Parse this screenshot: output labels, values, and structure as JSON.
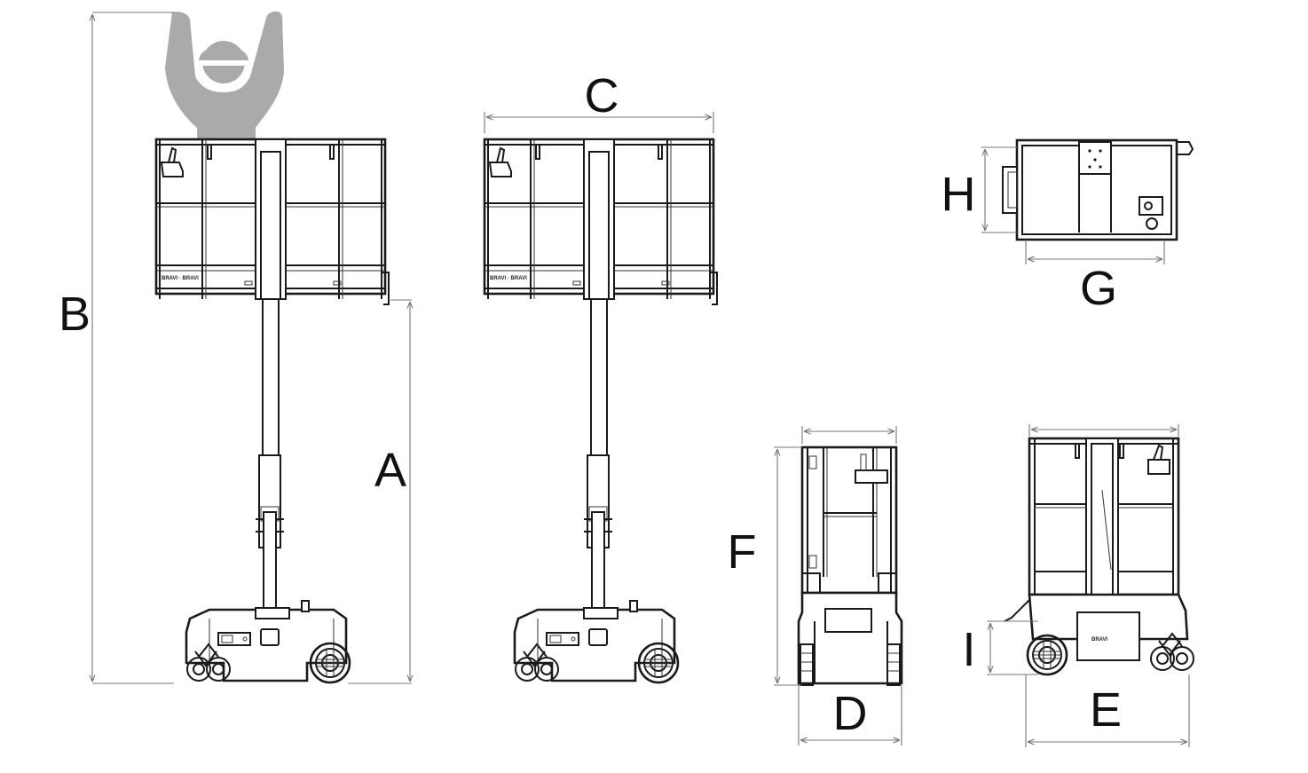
{
  "figure": {
    "labels": {
      "A": "A",
      "B": "B",
      "C": "C",
      "D": "D",
      "E": "E",
      "F": "F",
      "G": "G",
      "H": "H",
      "I": "I"
    },
    "colors": {
      "line": "#1a1a1a",
      "dimension_line": "#777777",
      "operator_silhouette": "#aaaaaa",
      "background": "#ffffff"
    }
  }
}
